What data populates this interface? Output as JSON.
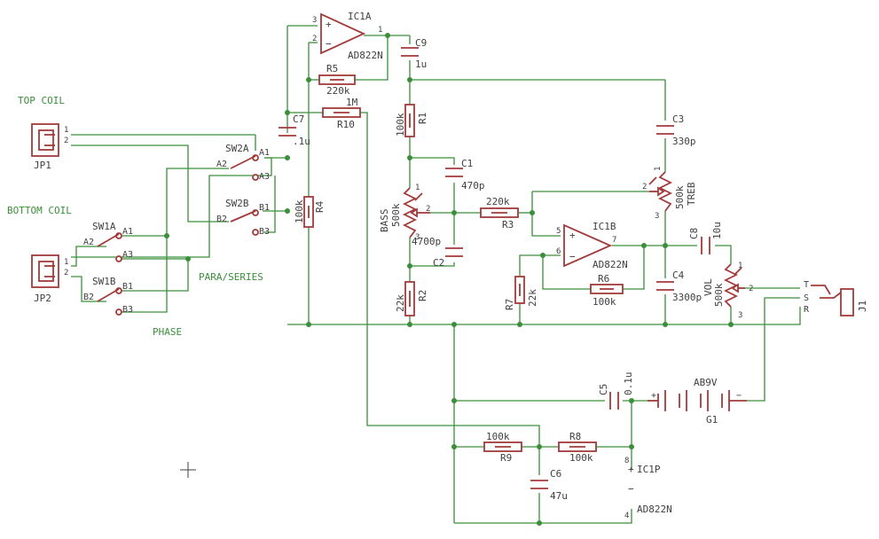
{
  "nets": {
    "top_coil": "TOP COIL",
    "bottom_coil": "BOTTOM COIL",
    "para_series": "PARA/SERIES",
    "phase": "PHASE"
  },
  "connectors": {
    "jp1": "JP1",
    "jp2": "JP2",
    "j1": "J1",
    "pin1": "1",
    "pin2": "2",
    "jack_pins": [
      "T",
      "S",
      "R"
    ]
  },
  "switches": {
    "sw1a": "SW1A",
    "sw1b": "SW1B",
    "sw2a": "SW2A",
    "sw2b": "SW2B",
    "a1": "A1",
    "a2": "A2",
    "a3": "A3",
    "b1": "B1",
    "b2": "B2",
    "b3": "B3"
  },
  "opamps": {
    "ic1a": "IC1A",
    "ic1b": "IC1B",
    "ic1p": "IC1P",
    "part": "AD822N",
    "ic1a_pins": [
      "3",
      "2",
      "1"
    ],
    "ic1b_pins": [
      "5",
      "6",
      "7"
    ],
    "ic1p_pins": [
      "8",
      "4"
    ]
  },
  "resistors": {
    "r1": "R1",
    "r1_value": "100k",
    "r2": "R2",
    "r2_value": "22k",
    "r3": "R3",
    "r3_value": "220k",
    "r4": "R4",
    "r4_value": "100k",
    "r5": "R5",
    "r5_value": "220k",
    "r6": "R6",
    "r6_value": "100k",
    "r7": "R7",
    "r7_value": "22k",
    "r8": "R8",
    "r8_value": "100k",
    "r9": "R9",
    "r9_value": "100k",
    "r10": "R10",
    "r10_value": "1M"
  },
  "capacitors": {
    "c1": "C1",
    "c1_value": "470p",
    "c2": "C2",
    "c2_value": "4700p",
    "c3": "C3",
    "c3_value": "330p",
    "c4": "C4",
    "c4_value": "3300p",
    "c5": "C5",
    "c5_value": "0.1u",
    "c6": "C6",
    "c6_value": "47u",
    "c7": "C7",
    "c7_value": ".1u",
    "c8": "C8",
    "c8_value": "10u",
    "c9": "C9",
    "c9_value": "1u"
  },
  "pots": {
    "bass": "BASS",
    "bass_value": "500k",
    "treb": "TREB",
    "treb_value": "500k",
    "vol": "VOL",
    "vol_value": "500k",
    "pins": [
      "1",
      "2",
      "3"
    ]
  },
  "battery": {
    "name": "G1",
    "value": "AB9V"
  },
  "colors": {
    "wire": "#3a8f3a",
    "component": "#a23a3a",
    "label": "#404040",
    "background": "#ffffff"
  }
}
